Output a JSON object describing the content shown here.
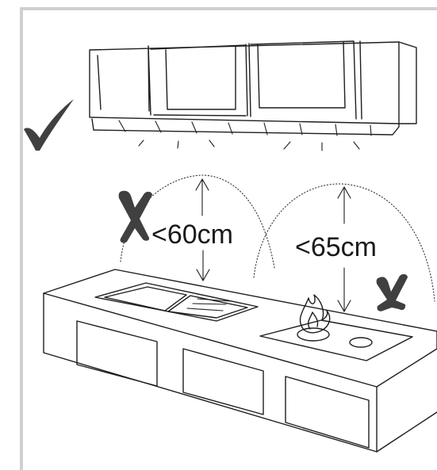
{
  "labels": {
    "hood_distance": "<60cm",
    "stove_distance": "<65cm"
  },
  "marks": {
    "correct": "check-mark",
    "wrong": "cross-mark"
  },
  "colors": {
    "frame": "#d0d0d0",
    "line": "#1e1e1e",
    "mark": "#404040"
  }
}
